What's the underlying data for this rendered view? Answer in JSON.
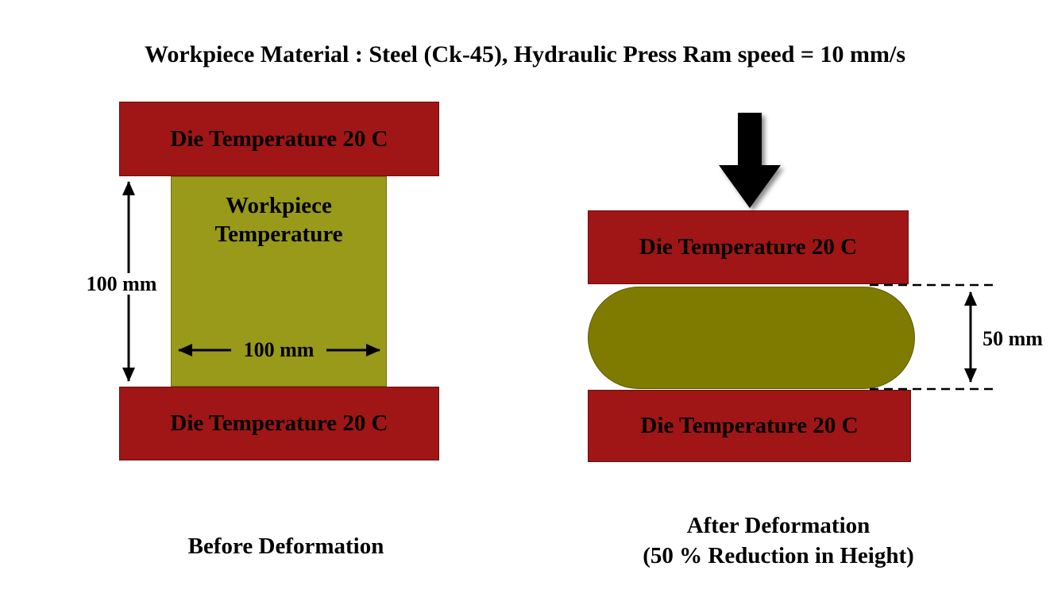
{
  "title": "Workpiece Material : Steel (Ck-45), Hydraulic Press Ram speed = 10 mm/s",
  "colors": {
    "die_red": "#A01616",
    "workpiece_olive": "#99991A",
    "workpiece_olive_dark": "#7F7B00",
    "arrow_black": "#000000",
    "background": "#FFFFFF",
    "label_text": "#000000"
  },
  "before": {
    "top_die_label": "Die Temperature 20 C",
    "workpiece_label_line1": "Workpiece",
    "workpiece_label_line2": "Temperature",
    "bottom_die_label": "Die Temperature 20 C",
    "height_dim": "100 mm",
    "width_dim": "100 mm",
    "caption": "Before Deformation"
  },
  "after": {
    "top_die_label": "Die Temperature 20 C",
    "bottom_die_label": "Die Temperature 20 C",
    "height_dim": "50 mm",
    "caption_line1": "After Deformation",
    "caption_line2": "(50 % Reduction in Height)"
  }
}
